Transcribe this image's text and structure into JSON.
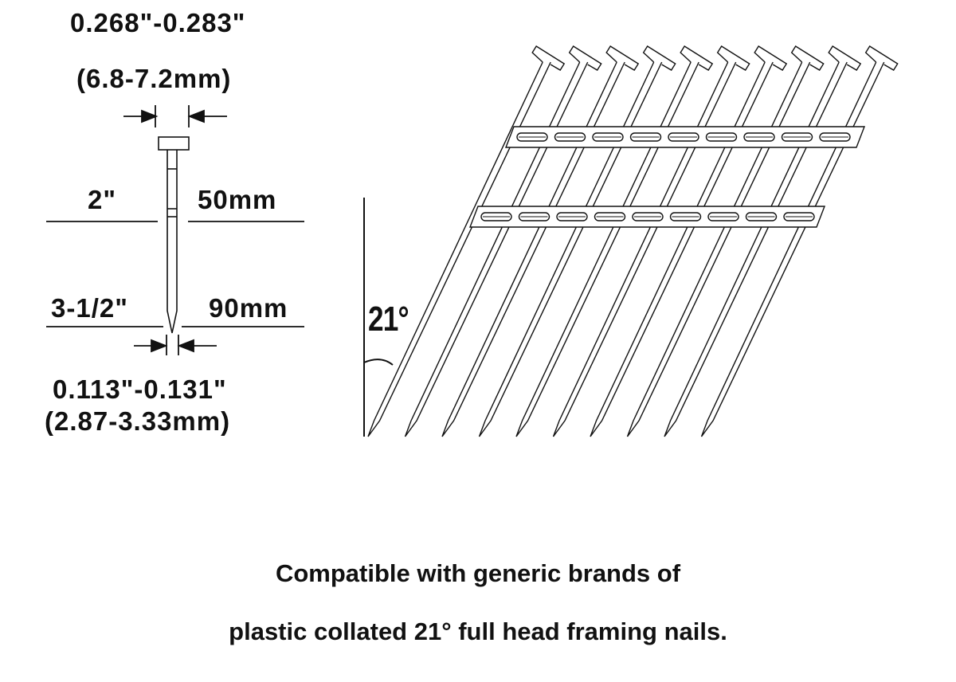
{
  "head_diameter": {
    "inch": "0.268\"-0.283\"",
    "mm": "(6.8-7.2mm)"
  },
  "length_short": {
    "inch": "2\"",
    "mm": "50mm"
  },
  "length_long": {
    "inch": "3-1/2\"",
    "mm": "90mm"
  },
  "shank_diameter": {
    "inch": "0.113\"-0.131\"",
    "mm": "(2.87-3.33mm)"
  },
  "angle_label": "21°",
  "nail_count": 10,
  "caption": {
    "line1": "Compatible with generic brands of",
    "line2": "plastic collated 21° full head framing nails."
  }
}
